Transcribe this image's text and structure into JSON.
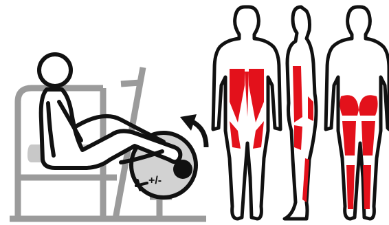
{
  "machine": {
    "name_icon": "leg-extension-machine-icon",
    "resistance_label": "+/-",
    "frame_color": "#9b9b9b",
    "outline_color": "#111111"
  },
  "motion": {
    "icon": "curved-arrow-up-icon"
  },
  "muscle_map": {
    "highlight_color": "#e3111b",
    "views": [
      {
        "view": "front",
        "highlighted": [
          "quadriceps",
          "adductors"
        ]
      },
      {
        "view": "side",
        "highlighted": [
          "quadriceps",
          "hamstrings",
          "calves"
        ]
      },
      {
        "view": "back",
        "highlighted": [
          "glutes",
          "hamstrings",
          "calves"
        ]
      }
    ]
  }
}
